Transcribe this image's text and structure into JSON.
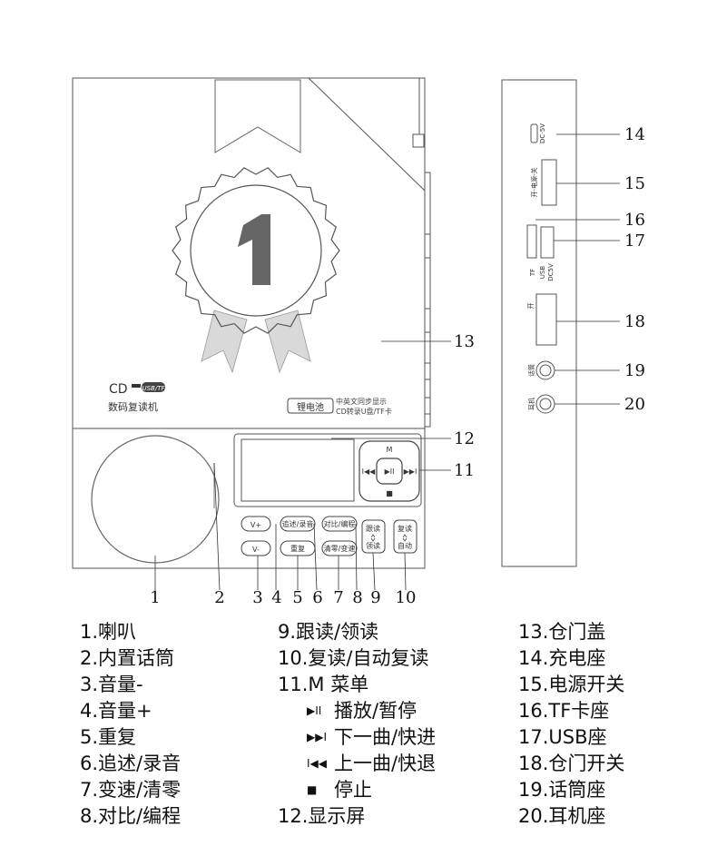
{
  "device": {
    "brand_cd": "CD",
    "brand_usb_tf": "USB/TF",
    "product_name": "数码复读机",
    "badge_number": "1",
    "battery_label": "锂电池",
    "feature_line1": "中英文同步显示",
    "feature_line2": "CD转录U盘/TF卡",
    "nav_pad": {
      "top": "M",
      "center": "▶II",
      "left": "I◀◀",
      "right": "▶▶I",
      "bottom": "■"
    },
    "buttons": {
      "vol_up": "V+",
      "vol_down": "V-",
      "record": "追述/录音",
      "repeat": "重复",
      "compare": "对比/编程",
      "speed": "清零/变速",
      "follow_top": "跟读",
      "follow_bottom": "领读",
      "reread_top": "复读",
      "reread_bottom": "自动"
    }
  },
  "side_panel": {
    "dc_label": "DC-5V",
    "power_label": "开-电源-关",
    "tf_label": "TF",
    "usb_label": "USB",
    "dc5v_label": "DC5V",
    "door_label": "开",
    "mic_label": "话筒",
    "ear_label": "耳机"
  },
  "callouts": [
    "1",
    "2",
    "3",
    "4",
    "5",
    "6",
    "7",
    "8",
    "9",
    "10",
    "11",
    "12",
    "13",
    "14",
    "15",
    "16",
    "17",
    "18",
    "19",
    "20"
  ],
  "legend": {
    "col1": [
      "1.喇叭",
      "2.内置话筒",
      "3.音量-",
      "4.音量+",
      "5.重复",
      "6.追述/录音",
      "7.变速/清零",
      "8.对比/编程"
    ],
    "col2_top": [
      "9.跟读/领读",
      "10.复读/自动复读",
      "11.M 菜单"
    ],
    "col2_sub": [
      {
        "icon": "▶II",
        "text": "播放/暂停"
      },
      {
        "icon": "▶▶I",
        "text": "下一曲/快进"
      },
      {
        "icon": "I◀◀",
        "text": "上一曲/快退"
      },
      {
        "icon": "■",
        "text": "停止"
      }
    ],
    "col2_bottom": [
      "12.显示屏"
    ],
    "col3": [
      "13.仓门盖",
      "14.充电座",
      "15.电源开关",
      "16.TF卡座",
      "17.USB座",
      "18.仓门开关",
      "19.话筒座",
      "20.耳机座"
    ]
  }
}
